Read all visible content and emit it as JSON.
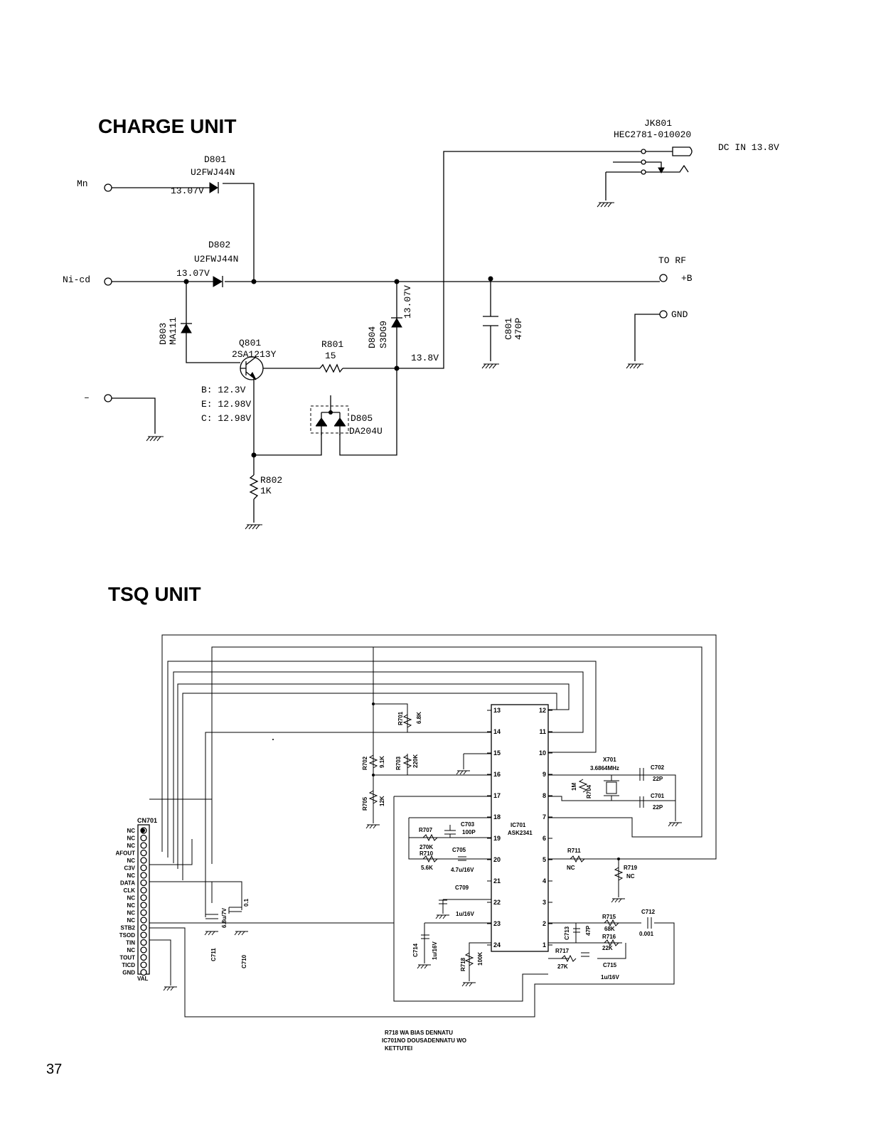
{
  "page_number": "37",
  "charge_unit": {
    "title": "CHARGE UNIT",
    "terminals": {
      "mn": "Mn",
      "nicd": "Ni-cd",
      "minus": "–",
      "to_rf": "TO RF",
      "plus_b": "+B",
      "gnd": "GND",
      "dc_in": "DC IN 13.8V"
    },
    "jk801": {
      "ref": "JK801",
      "part": "HEC2781-010020"
    },
    "d801": {
      "ref": "D801",
      "part": "U2FWJ44N",
      "voltage": "13.07V"
    },
    "d802": {
      "ref": "D802",
      "part": "U2FWJ44N",
      "voltage": "13.07V"
    },
    "d803": {
      "ref": "D803",
      "part": "MA111"
    },
    "d804": {
      "ref": "D804",
      "part": "S3DG9",
      "voltage": "13.07V"
    },
    "d805": {
      "ref": "D805",
      "part": "DA204U"
    },
    "q801": {
      "ref": "Q801",
      "part": "2SA1213Y",
      "b": "B: 12.3V",
      "e": "E: 12.98V",
      "c": "C: 12.98V"
    },
    "r801": {
      "ref": "R801",
      "value": "15"
    },
    "r802": {
      "ref": "R802",
      "value": "1K"
    },
    "c801": {
      "ref": "C801",
      "value": "470P"
    },
    "node_voltage": "13.8V"
  },
  "tsq_unit": {
    "title": "TSQ UNIT",
    "connector": {
      "ref": "CN701",
      "pins": [
        "NC",
        "NC",
        "NC",
        "AFOUT",
        "NC",
        "C3V",
        "NC",
        "DATA",
        "CLK",
        "NC",
        "NC",
        "NC",
        "NC",
        "STB2",
        "TSOD",
        "TIN",
        "NC",
        "TOUT",
        "TICD",
        "GND"
      ],
      "bottom_label": "VAL"
    },
    "ic701": {
      "ref": "IC701",
      "part": "ASK2341",
      "left_pins": [
        "13",
        "14",
        "15",
        "16",
        "17",
        "18",
        "19",
        "20",
        "21",
        "22",
        "23",
        "24"
      ],
      "right_pins": [
        "12",
        "11",
        "10",
        "9",
        "8",
        "7",
        "6",
        "5",
        "4",
        "3",
        "2",
        "1"
      ]
    },
    "components": {
      "r701": {
        "ref": "R701",
        "value": "6.8K"
      },
      "r702": {
        "ref": "R702",
        "value": "9.1K"
      },
      "r703": {
        "ref": "R703",
        "value": "220K"
      },
      "r704": {
        "ref": "R704",
        "value": "1M"
      },
      "r705": {
        "ref": "R705",
        "value": "12K"
      },
      "r707": {
        "ref": "R707",
        "value": "270K"
      },
      "r710": {
        "ref": "R710",
        "value": "5.6K"
      },
      "r711": {
        "ref": "R711",
        "value": "NC"
      },
      "r715": {
        "ref": "R715",
        "value": "68K"
      },
      "r716": {
        "ref": "R716",
        "value": "22K"
      },
      "r717": {
        "ref": "R717",
        "value": "27K"
      },
      "r718": {
        "ref": "R718",
        "value": "100K"
      },
      "r719": {
        "ref": "R719",
        "value": "NC"
      },
      "x701": {
        "ref": "X701",
        "value": "3.6864MHz"
      },
      "c701": {
        "ref": "C701",
        "value": "22P"
      },
      "c702": {
        "ref": "C702",
        "value": "22P"
      },
      "c703": {
        "ref": "C703",
        "value": "100P"
      },
      "c705": {
        "ref": "C705",
        "value": "4.7u/16V"
      },
      "c709": {
        "ref": "C709",
        "value": "1u/16V"
      },
      "c710": {
        "ref": "C710",
        "value": "0.1"
      },
      "c711": {
        "ref": "C711",
        "value": "6.8u/7V"
      },
      "c712": {
        "ref": "C712",
        "value": "0.001"
      },
      "c713": {
        "ref": "C713",
        "value": "47P"
      },
      "c714": {
        "ref": "C714",
        "value": "1u/16V"
      },
      "c715": {
        "ref": "C715",
        "value": "1u/16V"
      }
    },
    "note": [
      "R718 WA BIAS DENNATU",
      "IC701NO DOUSADENNATU  WO",
      "KETTUTEI"
    ]
  }
}
